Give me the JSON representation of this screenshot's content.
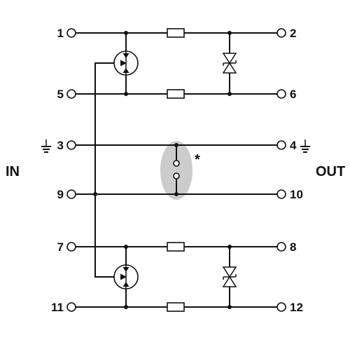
{
  "side_labels": {
    "in": "IN",
    "out": "OUT"
  },
  "annotation": {
    "asterisk": "*"
  },
  "colors": {
    "ink": "#111111",
    "bridge_highlight": "#cccccc",
    "background": "#ffffff"
  },
  "terminals": {
    "in": [
      {
        "label": "1"
      },
      {
        "label": "5"
      },
      {
        "label": "3",
        "ground_icon": true
      },
      {
        "label": "9"
      },
      {
        "label": "7"
      },
      {
        "label": "11"
      }
    ],
    "out": [
      {
        "label": "2"
      },
      {
        "label": "6"
      },
      {
        "label": "4",
        "ground_icon": true
      },
      {
        "label": "10"
      },
      {
        "label": "8"
      },
      {
        "label": "12"
      }
    ]
  },
  "components": {
    "gas_discharge_tubes": 2,
    "series_resistors": 4,
    "tvs_diodes": 2,
    "bridge_contacts": 2
  }
}
